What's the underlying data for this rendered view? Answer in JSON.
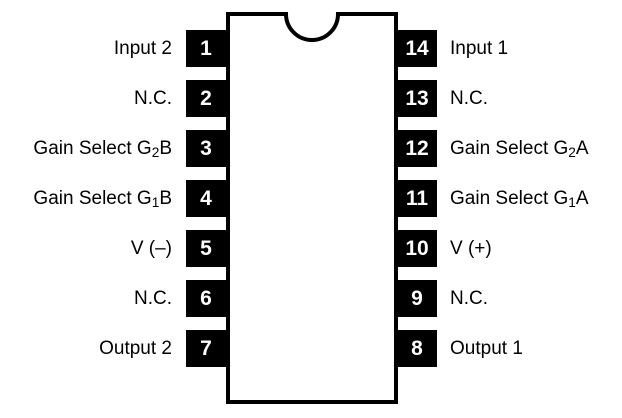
{
  "figure": {
    "type": "dip-pinout-diagram",
    "package": "14-pin DIP",
    "colors": {
      "background": "#ffffff",
      "outline": "#000000",
      "pin_fill": "#000000",
      "pin_number_text": "#ffffff",
      "label_text": "#000000"
    },
    "notch": {
      "name": "top-notch",
      "shape": "semicircle"
    }
  },
  "pins": {
    "left": [
      {
        "number": "1",
        "label_pre": "Input 2",
        "label_sub": "",
        "label_post": ""
      },
      {
        "number": "2",
        "label_pre": "N.C.",
        "label_sub": "",
        "label_post": ""
      },
      {
        "number": "3",
        "label_pre": "Gain Select G",
        "label_sub": "2",
        "label_post": "B"
      },
      {
        "number": "4",
        "label_pre": "Gain Select G",
        "label_sub": "1",
        "label_post": "B"
      },
      {
        "number": "5",
        "label_pre": "V (–)",
        "label_sub": "",
        "label_post": ""
      },
      {
        "number": "6",
        "label_pre": "N.C.",
        "label_sub": "",
        "label_post": ""
      },
      {
        "number": "7",
        "label_pre": "Output 2",
        "label_sub": "",
        "label_post": ""
      }
    ],
    "right": [
      {
        "number": "14",
        "label_pre": "Input 1",
        "label_sub": "",
        "label_post": ""
      },
      {
        "number": "13",
        "label_pre": "N.C.",
        "label_sub": "",
        "label_post": ""
      },
      {
        "number": "12",
        "label_pre": "Gain Select G",
        "label_sub": "2",
        "label_post": "A"
      },
      {
        "number": "11",
        "label_pre": "Gain Select G",
        "label_sub": "1",
        "label_post": "A"
      },
      {
        "number": "10",
        "label_pre": "V (+)",
        "label_sub": "",
        "label_post": ""
      },
      {
        "number": "9",
        "label_pre": "N.C.",
        "label_sub": "",
        "label_post": ""
      },
      {
        "number": "8",
        "label_pre": "Output 1",
        "label_sub": "",
        "label_post": ""
      }
    ]
  }
}
